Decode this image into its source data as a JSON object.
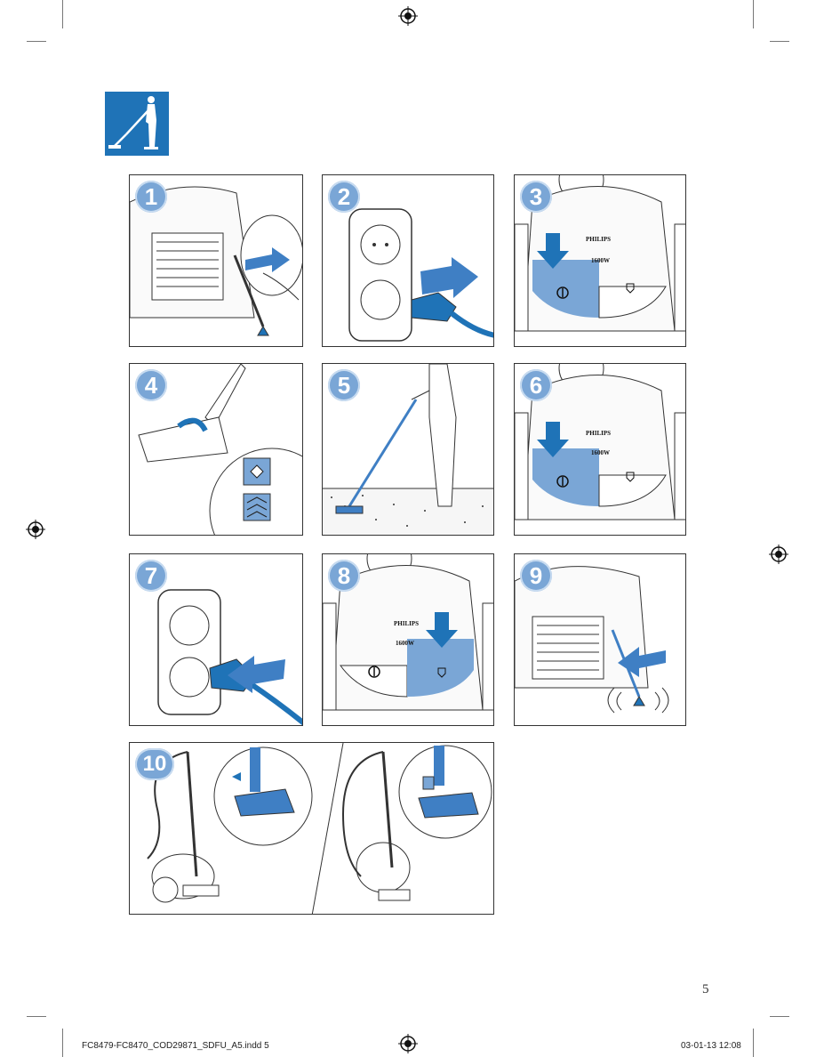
{
  "header_icon": {
    "name": "vacuum-cleaning-icon",
    "color": "#1f73b7"
  },
  "steps": [
    {
      "number": "1",
      "action": "pull-cord-out"
    },
    {
      "number": "2",
      "action": "plug-into-socket"
    },
    {
      "number": "3",
      "action": "press-on-off-button"
    },
    {
      "number": "4",
      "action": "set-nozzle-position"
    },
    {
      "number": "5",
      "action": "vacuum-floor"
    },
    {
      "number": "6",
      "action": "press-on-off-button"
    },
    {
      "number": "7",
      "action": "unplug-from-socket"
    },
    {
      "number": "8",
      "action": "press-cord-rewind-button"
    },
    {
      "number": "9",
      "action": "rewind-cord"
    },
    {
      "number": "10",
      "action": "park-nozzle"
    }
  ],
  "appliance": {
    "brand": "PHILIPS",
    "power": "1600W"
  },
  "accent_color": "#3f7fc4",
  "badge_color": "#7aa6d6",
  "page_number": "5",
  "footer": {
    "filename": "FC8479-FC8470_COD29871_SDFU_A5.indd   5",
    "timestamp": "03-01-13   12:08"
  }
}
